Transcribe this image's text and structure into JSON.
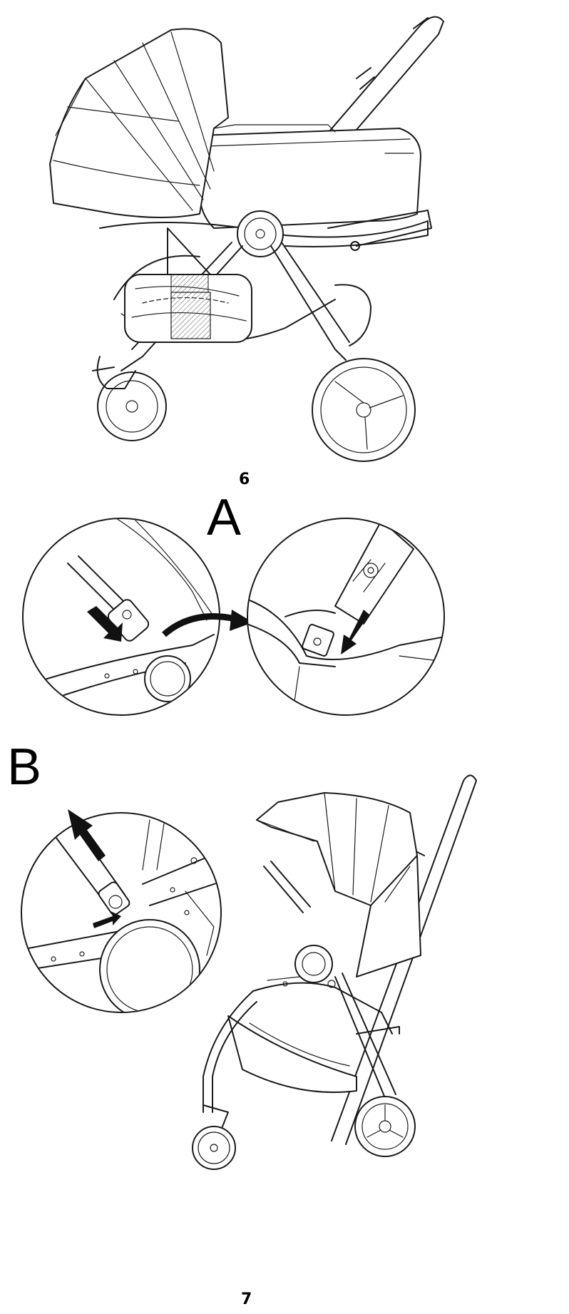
{
  "figures": {
    "top": {
      "step_number": "6"
    },
    "middle": {
      "section_letter": "A"
    },
    "bottom": {
      "section_letter": "B",
      "step_number": "7"
    }
  },
  "colors": {
    "ink": "#1a1a1a",
    "background": "#ffffff",
    "arrow": "#111111"
  }
}
